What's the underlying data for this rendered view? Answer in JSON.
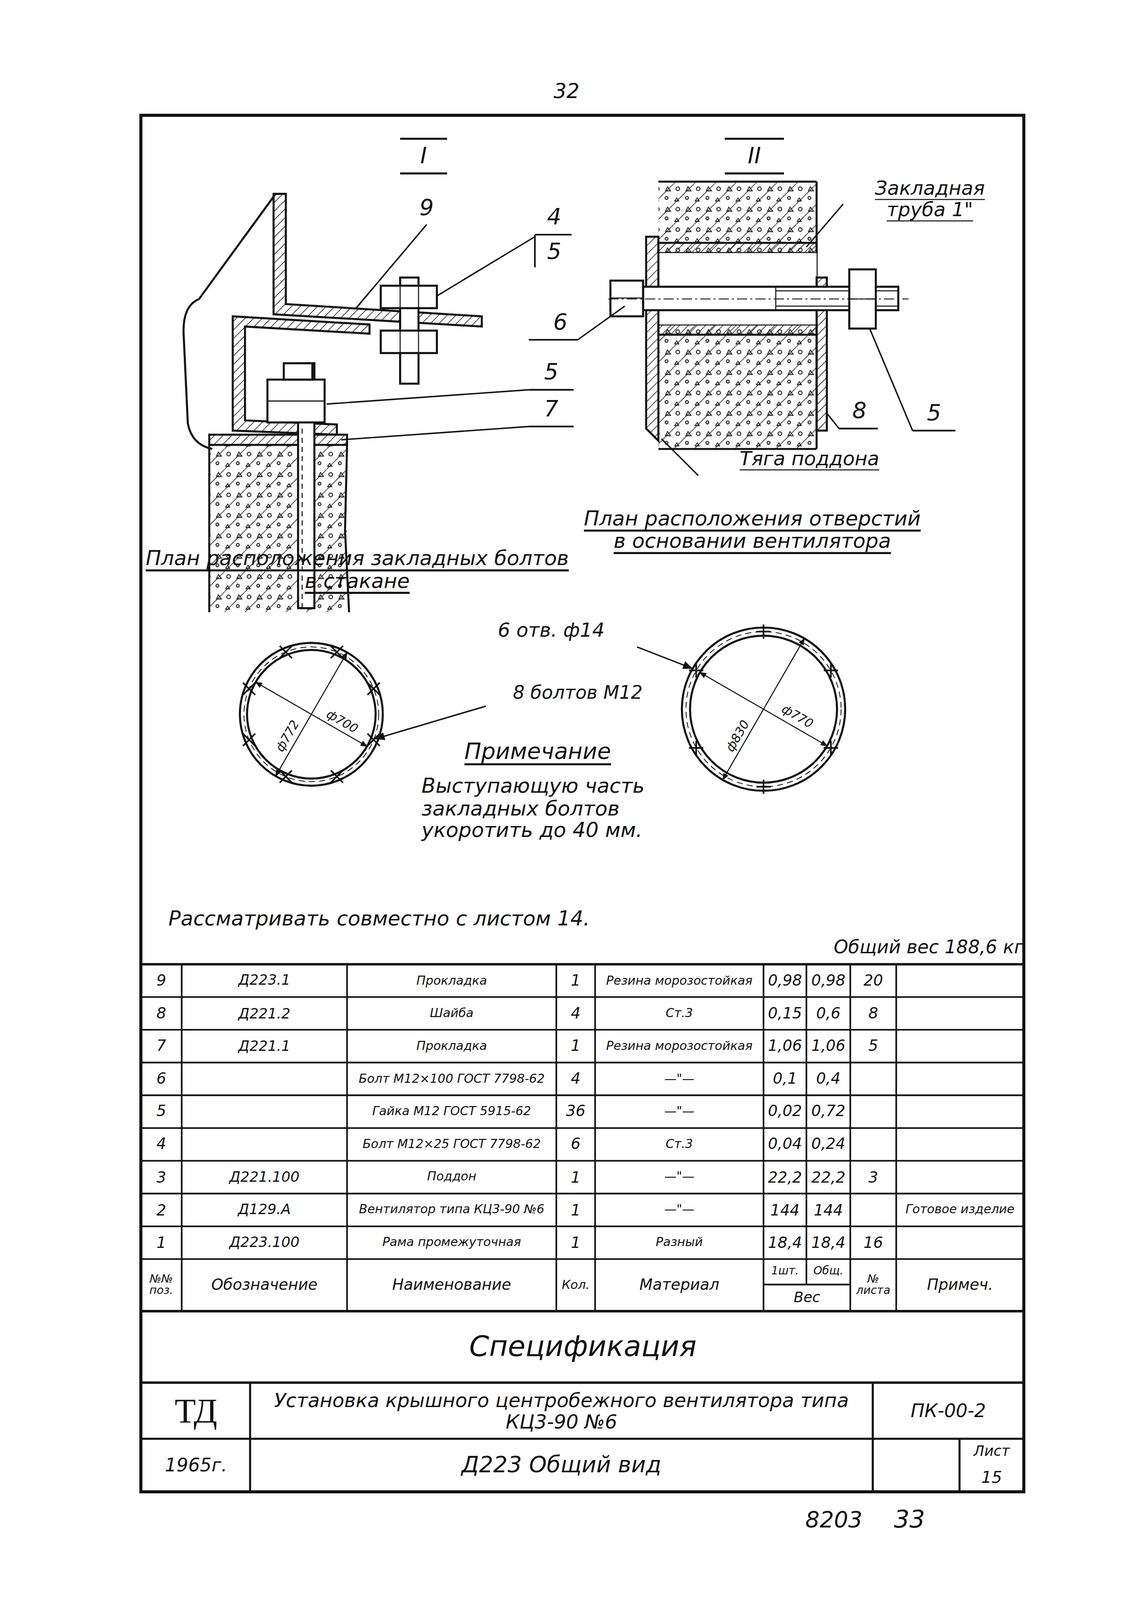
{
  "diagram": {
    "title": "Спецификация",
    "labels": [
      "32",
      "I",
      "II",
      "9",
      "4",
      "5",
      "6",
      "5",
      "7",
      "Закладная труба 1\"",
      "8",
      "5",
      "Тяга поддона",
      "План расположения отверстий в основании вентилятора",
      "План расположения закладных болтов в стакане",
      "6 отв. ф14",
      "8 болтов М12",
      "ф772",
      "ф700",
      "ф830",
      "ф770",
      "Примечание",
      "Выступающую часть закладных болтов укоротить до 40 мм.",
      "Рассматривать совместно с листом 14.",
      "Общий вес 188,6 кг",
      "9",
      "Д223.1",
      "Прокладка",
      "1",
      "Резина морозостойкая",
      "0,98",
      "0,98",
      "20",
      "8",
      "Д221.2",
      "Шайба",
      "4",
      "Ст.3",
      "0,15",
      "0,6",
      "8",
      "7",
      "Д221.1",
      "Прокладка",
      "1",
      "Резина морозостойкая",
      "1,06",
      "1,06",
      "5",
      "6",
      "Болт М12×100 ГОСТ 7798-62",
      "4",
      "—\"—",
      "0,1",
      "0,4",
      "5",
      "Гайка М12 ГОСТ 5915-62",
      "36",
      "—\"—",
      "0,02",
      "0,72",
      "4",
      "Болт М12×25 ГОСТ 7798-62",
      "6",
      "Ст.3",
      "0,04",
      "0,24",
      "3",
      "Д221.100",
      "Поддон",
      "1",
      "—\"—",
      "22,2",
      "22,2",
      "3",
      "2",
      "Д129.А",
      "Вентилятор типа КЦ3-90 №6",
      "1",
      "—\"—",
      "144",
      "144",
      "Готовое изделие",
      "1",
      "Д223.100",
      "Рама промежуточная",
      "1",
      "Разный",
      "18,4",
      "18,4",
      "16",
      "№№ поз.",
      "Обозначение",
      "Наименование",
      "Кол.",
      "Материал",
      "1шт.",
      "Общ.",
      "Вес",
      "№ листа",
      "Примеч.",
      "ТД",
      "1965г.",
      "Установка крышного центробежного вентилятора типа КЦ3-90 №6",
      "ПК-00-2",
      "Д223 Общий вид",
      "Лист",
      "15",
      "8203",
      "33"
    ]
  }
}
